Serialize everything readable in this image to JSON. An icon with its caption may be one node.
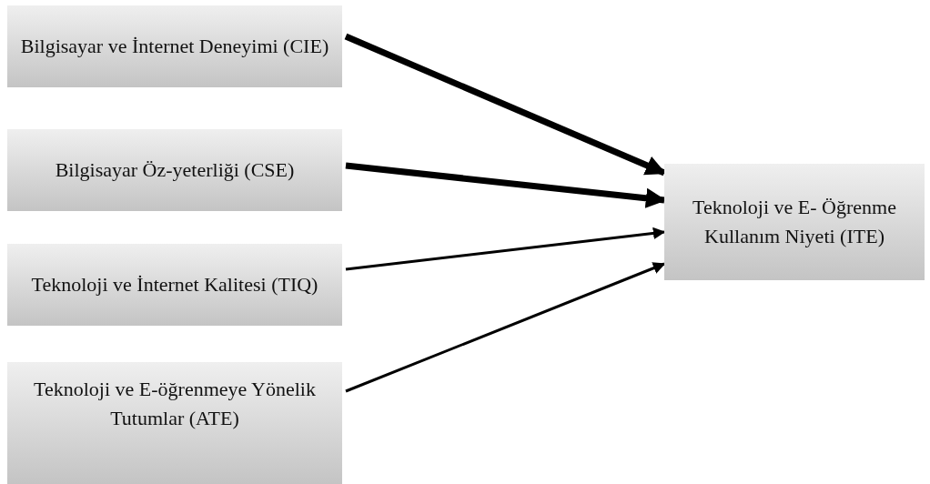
{
  "diagram": {
    "nodes": [
      {
        "text": [
          "Bilgisayar ve İnternet Deneyimi (CIE)"
        ]
      },
      {
        "text": [
          "Bilgisayar Öz-yeterliği (CSE)"
        ]
      },
      {
        "text": [
          "Teknoloji ve İnternet Kalitesi (TIQ)"
        ]
      },
      {
        "text": [
          "Teknoloji ve E-öğrenmeye Yönelik Tutumlar (ATE)"
        ]
      },
      {
        "text": [
          "Teknoloji ve E- Öğrenme Kullanım Niyeti (ITE)"
        ]
      }
    ],
    "edges": [
      {
        "from": 0,
        "to": 4,
        "arrow": "to",
        "style": "thick"
      },
      {
        "from": 1,
        "to": 4,
        "arrow": "to",
        "style": "thick"
      },
      {
        "from": 2,
        "to": 4,
        "arrow": "to"
      },
      {
        "from": 3,
        "to": 4,
        "arrow": "to"
      }
    ]
  }
}
